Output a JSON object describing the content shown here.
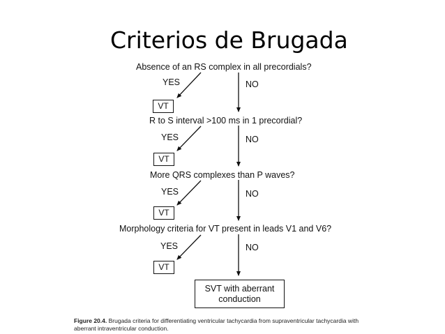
{
  "slide_title": "Criterios de Brugada",
  "steps": [
    {
      "question": "Absence of an RS complex in all precordials?",
      "yes": "YES",
      "no": "NO",
      "result": "VT"
    },
    {
      "question": "R to S interval >100 ms in 1 precordial?",
      "yes": "YES",
      "no": "NO",
      "result": "VT"
    },
    {
      "question": "More QRS complexes than P waves?",
      "yes": "YES",
      "no": "NO",
      "result": "VT"
    },
    {
      "question": "Morphology criteria for VT present in leads V1 and V6?",
      "yes": "YES",
      "no": "NO",
      "result": "VT"
    }
  ],
  "final_box": {
    "line1": "SVT with aberrant",
    "line2": "conduction"
  },
  "caption": {
    "label": "Figure 20.4.",
    "text": "Brugada criteria for differentiating ventricular tachycardia from supraventricular tachycardia with aberrant intraventricular conduction."
  }
}
